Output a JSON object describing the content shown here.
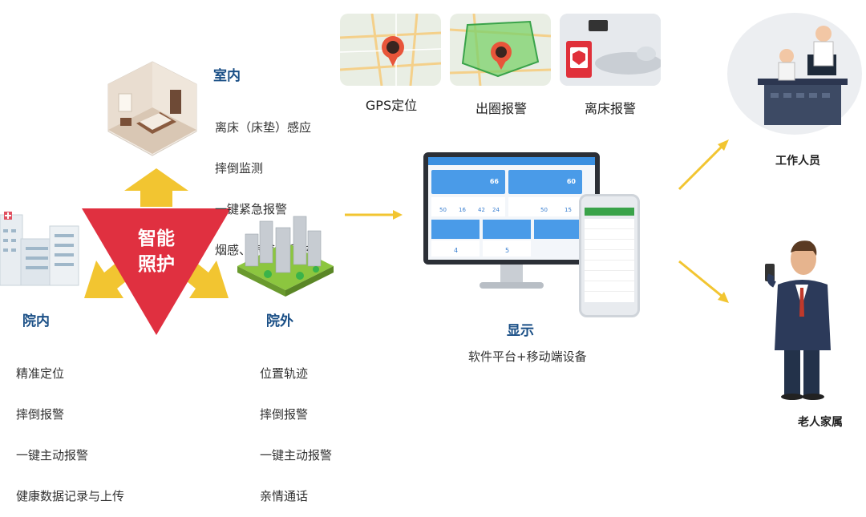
{
  "center": {
    "line1": "智能",
    "line2": "照护"
  },
  "indoor": {
    "title": "室内",
    "items": [
      "离床（床垫）感应",
      "摔倒监测",
      "一键紧急报警",
      "烟感、气感、门磁"
    ]
  },
  "hospital": {
    "title": "院内",
    "items": [
      "精准定位",
      "摔倒报警",
      "一键主动报警",
      "健康数据记录与上传"
    ]
  },
  "outdoor": {
    "title": "院外",
    "items": [
      "位置轨迹",
      "摔倒报警",
      "一键主动报警",
      "亲情通话"
    ]
  },
  "features": [
    {
      "label": "GPS定位"
    },
    {
      "label": "出圈报警"
    },
    {
      "label": "离床报警"
    }
  ],
  "display": {
    "title": "显示",
    "subtitle": "软件平台+移动端设备"
  },
  "roles": {
    "staff": "工作人员",
    "family": "老人家属"
  },
  "dashboard": {
    "stats_top": [
      "66",
      "60"
    ],
    "stats_row": [
      "50",
      "16",
      "42",
      "24",
      "50",
      "15"
    ],
    "stats_bottom": [
      "4",
      "5"
    ]
  },
  "colors": {
    "triangle": "#e03040",
    "arrow_yellow": "#f2c531",
    "heading": "#1a4f86"
  }
}
